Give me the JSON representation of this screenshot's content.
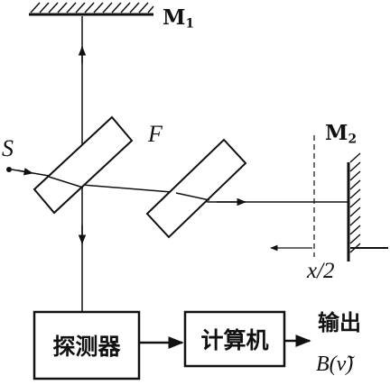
{
  "labels": {
    "mirror1_main": "M",
    "mirror1_sub": "1",
    "mirror2_main": "M",
    "mirror2_sub": "2",
    "source": "S",
    "splitter": "F",
    "displacement": "x/2",
    "detector": "探测器",
    "computer": "计算机",
    "output": "输出",
    "output_func": "B(ν̃)"
  },
  "colors": {
    "ink": "#111111",
    "background": "#ffffff"
  }
}
